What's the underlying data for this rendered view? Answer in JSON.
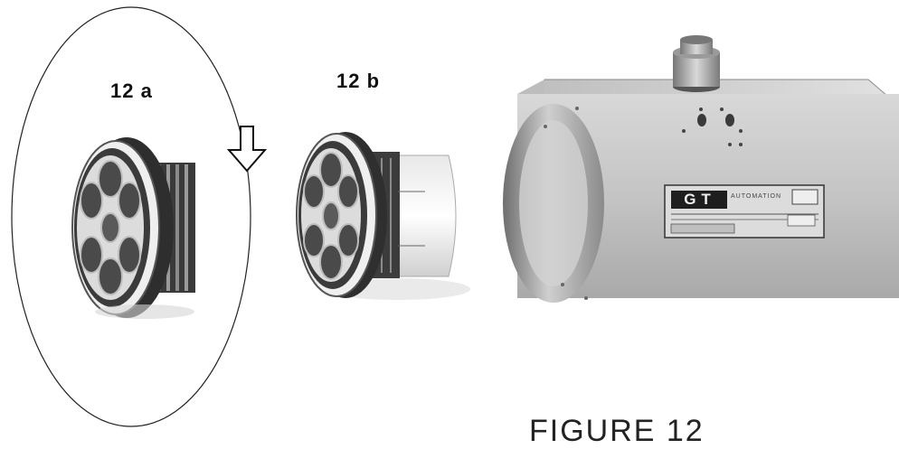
{
  "labels": {
    "part_a": "12 a",
    "part_b": "12 b"
  },
  "caption": "FIGURE 12",
  "nameplate": {
    "brand": "GT",
    "brand_sub": "AUTOMATION"
  },
  "icons": {
    "arrow": "down-arrow-icon"
  }
}
